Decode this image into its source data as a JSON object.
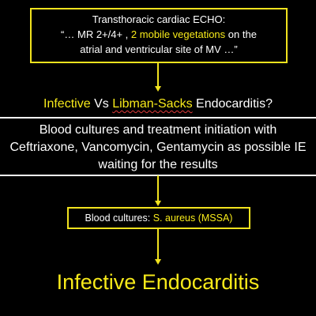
{
  "echo_box": {
    "title": "Transthoracic cardiac ECHO:",
    "line2_prefix": "“… MR 2+/4+ ,",
    "line2_highlight": "2 mobile vegetations",
    "line2_suffix": "on the",
    "line3": "atrial and ventricular site of MV …”"
  },
  "question": {
    "infective": "Infective",
    "vs": "Vs",
    "libman_sacks": "Libman-Sacks",
    "endocarditis": "Endocarditis?"
  },
  "treatment_band": {
    "line1": "Blood cultures and treatment initiation with",
    "line2": "Ceftriaxone, Vancomycin, Gentamycin as possible IE",
    "line3": "waiting for the results"
  },
  "cultures_box": {
    "label": "Blood cultures:",
    "result": "S. aureus (MSSA)"
  },
  "conclusion": "Infective Endocarditis",
  "colors": {
    "accent": "#f7ea1a",
    "background": "#000000",
    "text": "#ffffff"
  }
}
